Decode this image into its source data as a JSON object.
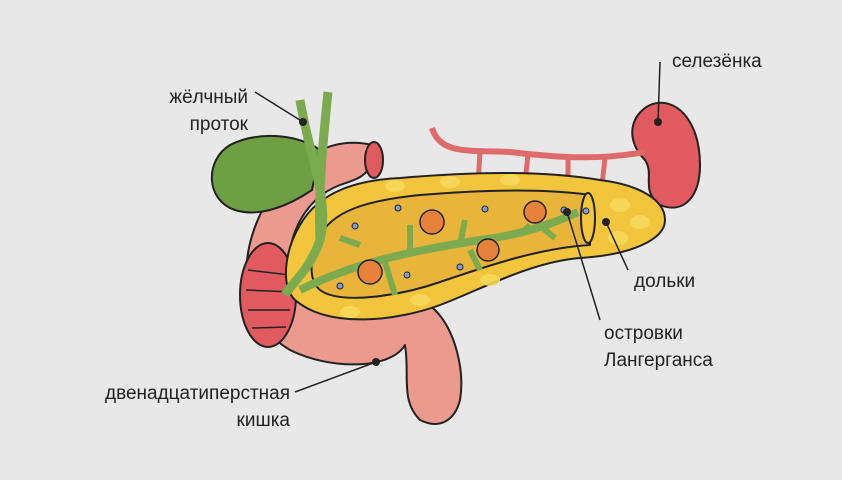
{
  "labels": {
    "bile_duct": [
      "жёлчный",
      "проток"
    ],
    "spleen": "селезёнка",
    "lobules": "дольки",
    "islets": [
      "островки",
      "Лангерганса"
    ],
    "duodenum": [
      "двенадцатиперстная",
      "кишка"
    ]
  },
  "colors": {
    "background": "#e8e8e8",
    "pancreas": "#f2c53d",
    "pancreas_inner": "#e9b43a",
    "duct": "#7cab4f",
    "gallbladder": "#6ea043",
    "intestine": "#eb9a8d",
    "spleen": "#e05a5f",
    "vessel": "#e06a6a",
    "acini": "#e8823a",
    "islet": "#7d9ed6"
  }
}
